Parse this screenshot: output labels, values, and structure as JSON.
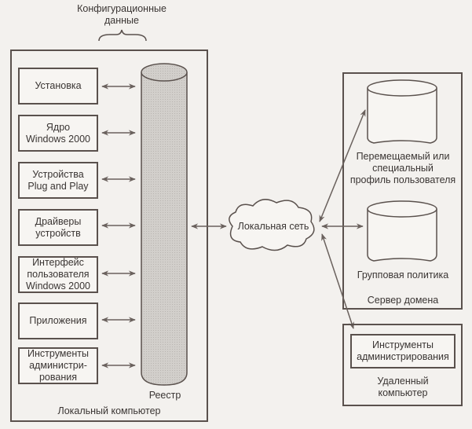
{
  "title": {
    "line1": "Конфигурационные",
    "line2": "данные"
  },
  "local_computer": {
    "label": "Локальный компьютер",
    "components": [
      {
        "lines": [
          "Установка"
        ]
      },
      {
        "lines": [
          "Ядро",
          "Windows 2000"
        ]
      },
      {
        "lines": [
          "Устройства",
          "Plug and Play"
        ]
      },
      {
        "lines": [
          "Драйверы",
          "устройств"
        ]
      },
      {
        "lines": [
          "Интерфейс",
          "пользователя",
          "Windows 2000"
        ]
      },
      {
        "lines": [
          "Приложения"
        ]
      },
      {
        "lines": [
          "Инструменты",
          "администри-",
          "рования"
        ]
      }
    ],
    "registry_label": "Реестр"
  },
  "network": {
    "label": "Локальная сеть"
  },
  "domain_server": {
    "label": "Сервер домена",
    "profile_store": {
      "lines": [
        "Перемещаемый или",
        "специальный",
        "профиль пользователя"
      ]
    },
    "group_policy": {
      "label": "Групповая политика"
    }
  },
  "remote_computer": {
    "label_line1": "Удаленный",
    "label_line2": "компьютер",
    "tools": {
      "lines": [
        "Инструменты",
        "администрирования"
      ]
    }
  }
}
